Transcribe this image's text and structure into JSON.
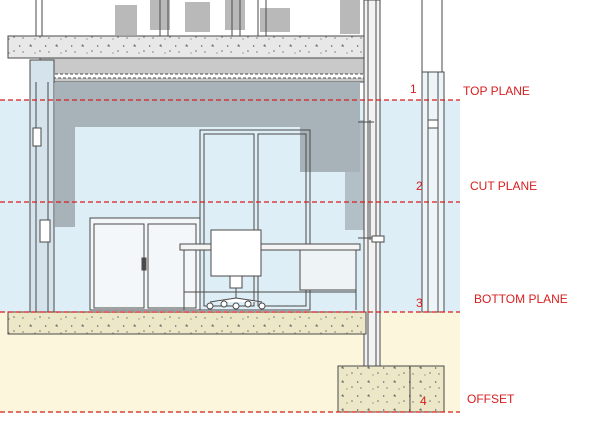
{
  "colors": {
    "plane_line": "#d81e1e",
    "view_range_band": "#ddeef7",
    "slab_band": "#fbf6dc",
    "concrete": "#ece7c6",
    "concrete_top": "#e6e6e6",
    "wall_shadow": "#a7b3b9",
    "line": "#4a4a4a"
  },
  "planes": [
    {
      "number": "1",
      "label": "TOP PLANE"
    },
    {
      "number": "2",
      "label": "CUT PLANE"
    },
    {
      "number": "3",
      "label": "BOTTOM PLANE"
    },
    {
      "number": "4",
      "label": "OFFSET"
    }
  ]
}
